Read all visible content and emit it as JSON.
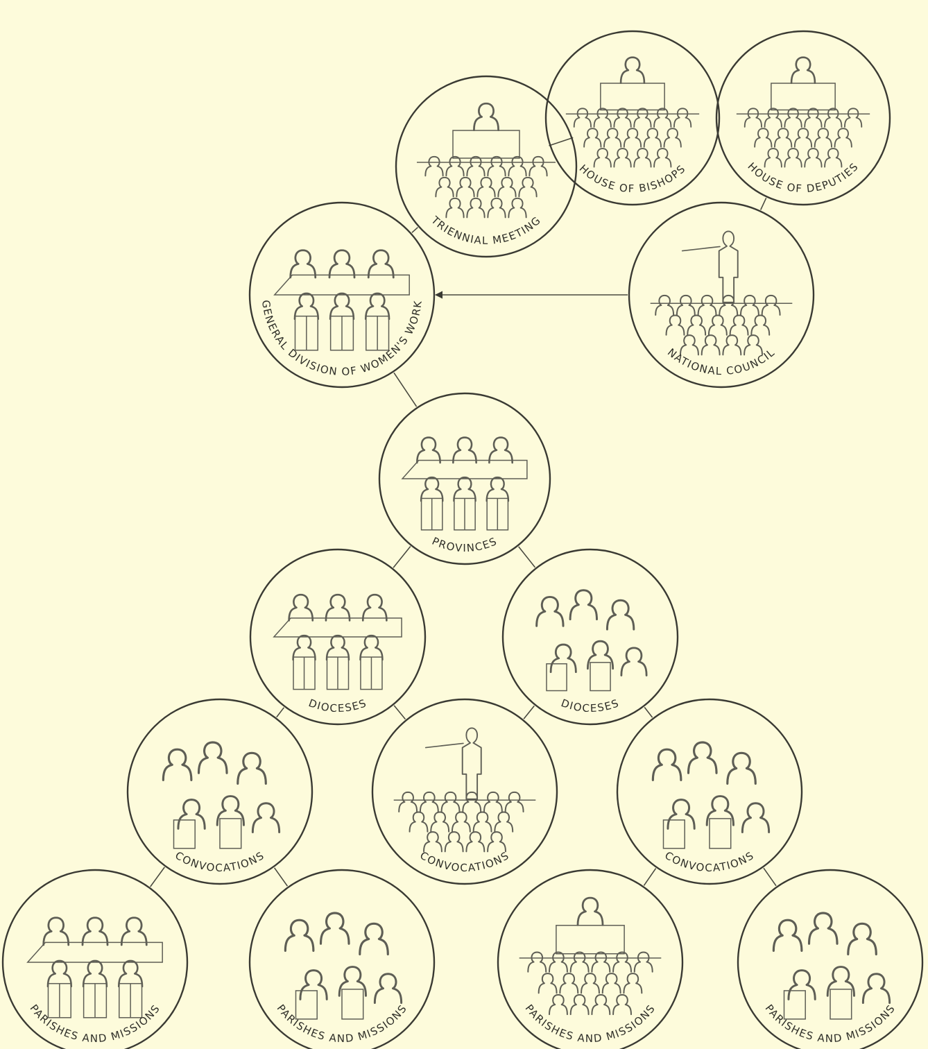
{
  "colors": {
    "paper": "#fdfbdb",
    "ink": "#3a3a33",
    "sketch": "#5e5e55"
  },
  "nodes": [
    {
      "id": "house-of-bishops",
      "label": "HOUSE OF BISHOPS",
      "scene": "speaker-desk-audience"
    },
    {
      "id": "house-of-deputies",
      "label": "HOUSE OF DEPUTIES",
      "scene": "speaker-desk-audience"
    },
    {
      "id": "triennial-meeting",
      "label": "TRIENNIAL MEETING",
      "scene": "speaker-desk-audience"
    },
    {
      "id": "national-council",
      "label": "NATIONAL COUNCIL",
      "scene": "presenter-audience"
    },
    {
      "id": "general-division",
      "label": "GENERAL DIVISION OF WOMEN'S WORK",
      "scene": "table-meeting"
    },
    {
      "id": "provinces",
      "label": "PROVINCES",
      "scene": "table-meeting"
    },
    {
      "id": "dioceses-1",
      "label": "DIOCESES",
      "scene": "table-meeting"
    },
    {
      "id": "dioceses-2",
      "label": "DIOCESES",
      "scene": "group-gathering"
    },
    {
      "id": "convocations-1",
      "label": "CONVOCATIONS",
      "scene": "group-gathering"
    },
    {
      "id": "convocations-2",
      "label": "CONVOCATIONS",
      "scene": "presenter-audience"
    },
    {
      "id": "convocations-3",
      "label": "CONVOCATIONS",
      "scene": "group-gathering"
    },
    {
      "id": "parishes-1",
      "label": "PARISHES AND MISSIONS",
      "scene": "table-meeting"
    },
    {
      "id": "parishes-2",
      "label": "PARISHES AND MISSIONS",
      "scene": "group-gathering"
    },
    {
      "id": "parishes-3",
      "label": "PARISHES AND MISSIONS",
      "scene": "speaker-desk-audience"
    },
    {
      "id": "parishes-4",
      "label": "PARISHES AND MISSIONS",
      "scene": "group-gathering"
    }
  ],
  "links": [
    {
      "from": "house-of-bishops",
      "to": "triennial-meeting",
      "arrow": false
    },
    {
      "from": "house-of-deputies",
      "to": "national-council",
      "arrow": false
    },
    {
      "from": "triennial-meeting",
      "to": "general-division",
      "arrow": false
    },
    {
      "from": "national-council",
      "to": "general-division",
      "arrow": true
    },
    {
      "from": "general-division",
      "to": "provinces",
      "arrow": false
    },
    {
      "from": "provinces",
      "to": "dioceses-1",
      "arrow": false
    },
    {
      "from": "provinces",
      "to": "dioceses-2",
      "arrow": false
    },
    {
      "from": "dioceses-1",
      "to": "convocations-1",
      "arrow": false
    },
    {
      "from": "dioceses-1",
      "to": "convocations-2",
      "arrow": false
    },
    {
      "from": "dioceses-2",
      "to": "convocations-2",
      "arrow": false
    },
    {
      "from": "dioceses-2",
      "to": "convocations-3",
      "arrow": false
    },
    {
      "from": "convocations-1",
      "to": "parishes-1",
      "arrow": false
    },
    {
      "from": "convocations-1",
      "to": "parishes-2",
      "arrow": false
    },
    {
      "from": "convocations-3",
      "to": "parishes-3",
      "arrow": false
    },
    {
      "from": "convocations-3",
      "to": "parishes-4",
      "arrow": false
    }
  ]
}
